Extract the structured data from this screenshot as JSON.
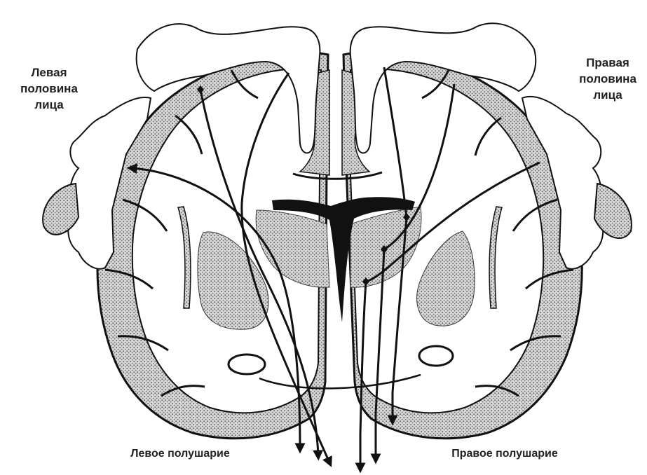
{
  "labels": {
    "left_face": [
      "Левая",
      "половина",
      "лица"
    ],
    "right_face": [
      "Правая",
      "половина",
      "лица"
    ],
    "left_hemisphere": "Левое полушарие",
    "right_hemisphere": "Правое полушарие"
  },
  "colors": {
    "ink": "#111111",
    "stipple": "#8a8a8a",
    "background": "#ffffff"
  }
}
